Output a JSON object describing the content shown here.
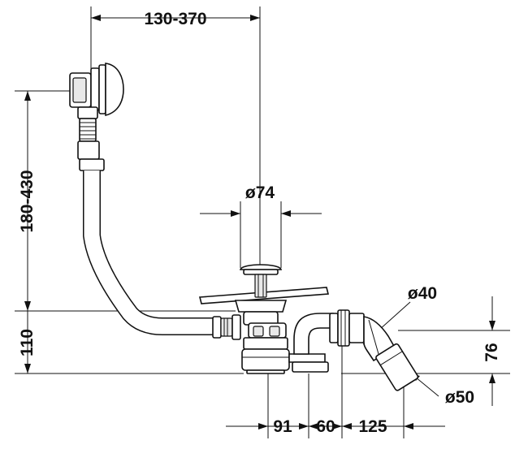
{
  "dimensions": {
    "overflow_offset": "130-370",
    "overflow_height": "180-430",
    "drain_height": "110",
    "outlet_height": "76",
    "drain_diameter": "ø74",
    "waste_diameter": "ø40",
    "outlet_diameter": "ø50",
    "offset_91": "91",
    "offset_60": "60",
    "offset_125": "125"
  },
  "colors": {
    "line": "#111111",
    "fill": "#ffffff",
    "shade": "#e9e9e9"
  }
}
